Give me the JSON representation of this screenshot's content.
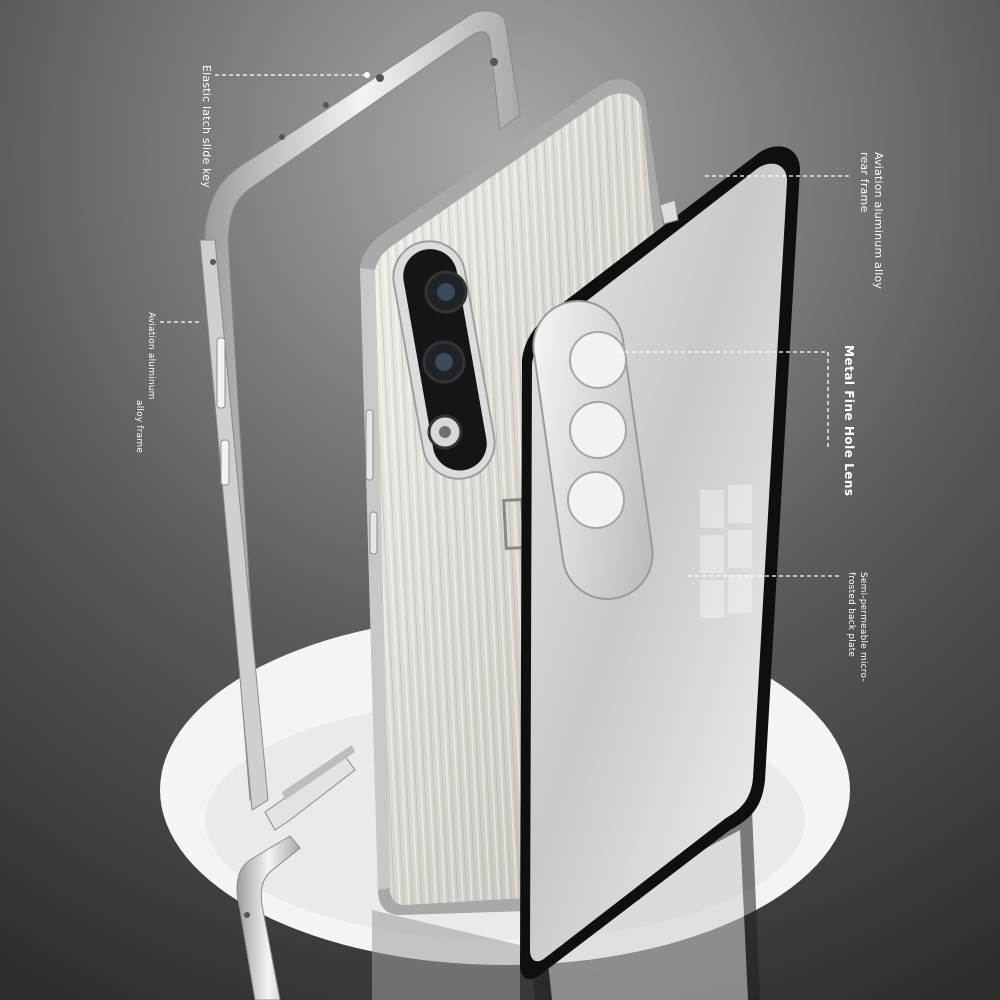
{
  "callouts": {
    "elastic_latch": "Elastic latch slide key",
    "frame_left_line1": "Aviation aluminum",
    "frame_left_line2": "alloy frame",
    "rear_frame_line1": "Aviation aluminum alloy",
    "rear_frame_line2": "rear frame",
    "metal_lens": "Metal Fine Hole Lens",
    "back_plate_line1": "Semi-permeable micro-",
    "back_plate_line2": "frosted back plate"
  },
  "colors": {
    "background_top": "#9a9a9a",
    "background_bottom": "#3a3a3a",
    "frame_silver": "#d8d8d8",
    "plate_black": "#111111"
  }
}
